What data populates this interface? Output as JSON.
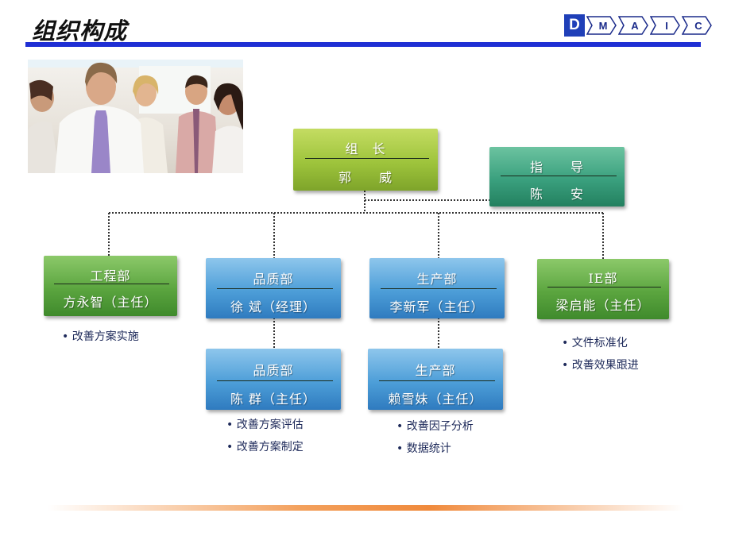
{
  "title": "组织构成",
  "logo": {
    "letters": [
      "D",
      "M",
      "A",
      "I",
      "C"
    ]
  },
  "org": {
    "leader": {
      "role": "组　长",
      "name": "郭　　威"
    },
    "advisor": {
      "role": "指　　导",
      "name": "陈　　安"
    },
    "departments": [
      {
        "dept": "工程部",
        "person": "方永智（主任）",
        "notes": [
          "改善方案实施"
        ]
      },
      {
        "dept": "品质部",
        "person": "徐  斌（经理）",
        "notes": []
      },
      {
        "dept": "生产部",
        "person": "李新军（主任）",
        "notes": []
      },
      {
        "dept": "IE部",
        "person": "梁启能（主任）",
        "notes": [
          "文件标准化",
          "改善效果跟进"
        ]
      }
    ],
    "sub": [
      {
        "dept": "品质部",
        "person": "陈  群（主任）",
        "notes": [
          "改善方案评估",
          "改善方案制定"
        ]
      },
      {
        "dept": "生产部",
        "person": "赖雪妹（主任）",
        "notes": [
          "改善因子分析",
          "数据统计"
        ]
      }
    ]
  },
  "colors": {
    "header_bar": "#1f2fd4",
    "note_text": "#1e2a5a",
    "accent_orange": "#f08a3c"
  }
}
